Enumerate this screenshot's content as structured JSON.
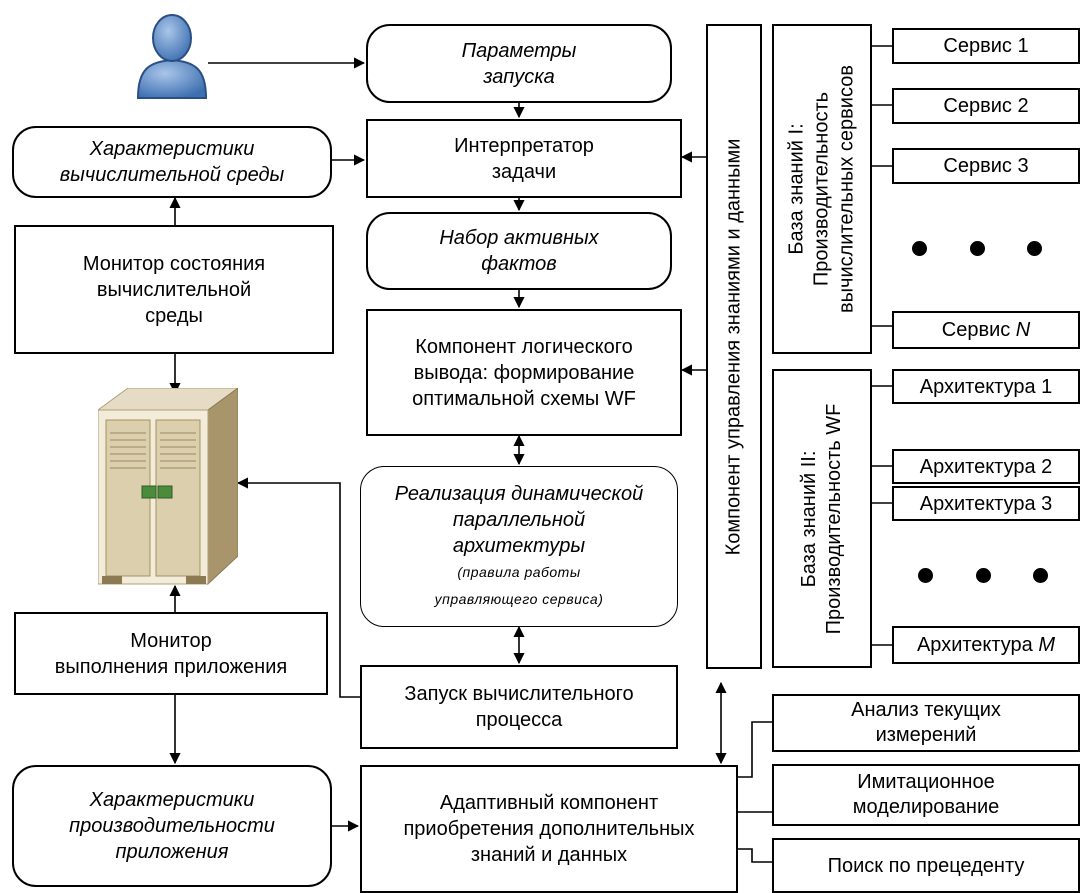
{
  "diagram": {
    "user_icon": "user-icon",
    "server_icon": "server-rack-icon",
    "nodes": {
      "launch_params": [
        "Параметры",
        "запуска"
      ],
      "interpreter": [
        "Интерпретатор",
        "задачи"
      ],
      "env_characteristics": [
        "Характеристики",
        "вычислительной среды"
      ],
      "active_facts": [
        "Набор активных",
        "фактов"
      ],
      "env_monitor": [
        "Монитор состояния",
        "вычислительной",
        "среды"
      ],
      "inference": [
        "Компонент логического",
        "вывода: формирование",
        "оптимальной схемы WF"
      ],
      "dynamic_arch": {
        "lines": [
          "Реализация динамической",
          "параллельной",
          "архитектуры"
        ],
        "note": [
          "(правила работы",
          "управляющего сервиса)"
        ]
      },
      "app_monitor": [
        "Монитор",
        "выполнения приложения"
      ],
      "launch_process": [
        "Запуск вычислительного",
        "процесса"
      ],
      "app_perf": [
        "Характеристики",
        "производительности",
        "приложения"
      ],
      "adaptive": [
        "Адаптивный компонент",
        "приобретения дополнительных",
        "знаний и данных"
      ],
      "knowledge_mgmt": "Компонент   управления знаниями и данными",
      "kb1": [
        "База знаний I:",
        "Производительность",
        "вычислительных сервисов"
      ],
      "kb2": [
        "База знаний II:",
        "Производительность WF"
      ],
      "analysis": [
        "Анализ текущих",
        "измерений"
      ],
      "simulation": [
        "Имитационное",
        "моделирование"
      ],
      "precedent": "Поиск по прецеденту"
    },
    "services": [
      "Сервис 1",
      "Сервис 2",
      "Сервис 3"
    ],
    "service_last": {
      "prefix": "Сервис ",
      "var": "N"
    },
    "architectures": [
      "Архитектура 1",
      "Архитектура 2",
      "Архитектура 3"
    ],
    "architecture_last": {
      "prefix": "Архитектура ",
      "var": "M"
    }
  }
}
